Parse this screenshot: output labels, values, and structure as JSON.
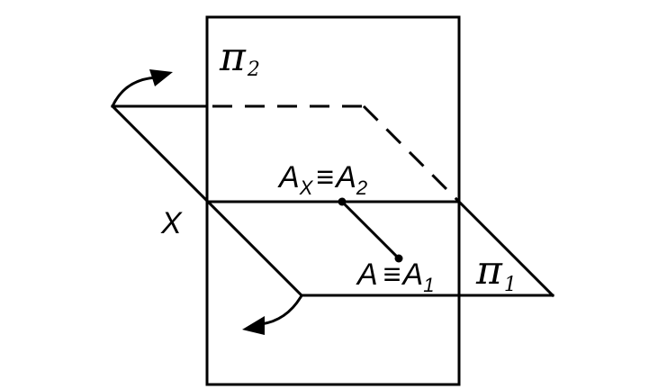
{
  "colors": {
    "ink": "#000000",
    "background": "#ffffff"
  },
  "labels": {
    "pi2": {
      "main": "π",
      "sub": "2"
    },
    "pi1": {
      "main": "π",
      "sub": "1"
    },
    "x_axis": "X",
    "ax": {
      "main": "A",
      "sub": "X",
      "equiv": "≡",
      "main2": "A",
      "sub2": "2"
    },
    "a": {
      "main": "A",
      "equiv": "≡",
      "main2": "A",
      "sub2": "1"
    }
  }
}
